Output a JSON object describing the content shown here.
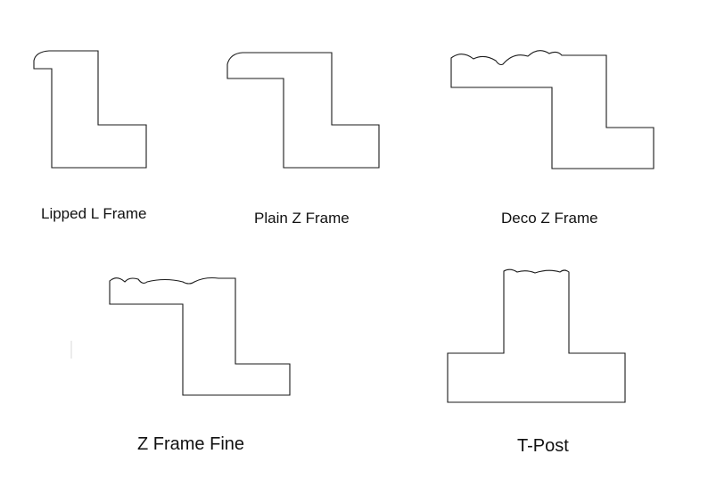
{
  "profiles": [
    {
      "id": "lipped-l-frame",
      "label": "Lipped L Frame"
    },
    {
      "id": "plain-z-frame",
      "label": "Plain Z Frame"
    },
    {
      "id": "deco-z-frame",
      "label": "Deco Z Frame"
    },
    {
      "id": "z-frame-fine",
      "label": "Z Frame Fine"
    },
    {
      "id": "t-post",
      "label": "T-Post"
    }
  ]
}
